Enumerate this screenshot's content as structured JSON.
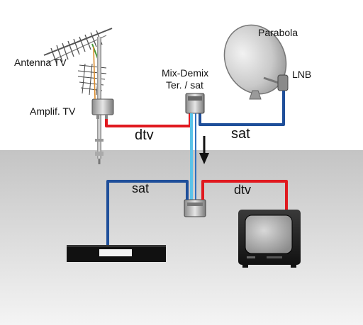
{
  "labels": {
    "antenna": "Antenna TV",
    "amplifier": "Amplif. TV",
    "mixdemix_line1": "Mix-Demix",
    "mixdemix_line2": "Ter. / sat",
    "parabola": "Parabola",
    "lnb": "LNB",
    "dtv_top": "dtv",
    "sat_top": "sat",
    "sat_bottom": "sat",
    "dtv_bottom": "dtv"
  },
  "colors": {
    "dtv_cable": "#e0191f",
    "sat_cable": "#1f4f9a",
    "combined_cable_light": "#5cc3e8",
    "combined_cable_dark": "#2f6fbf",
    "floor_top": "#c8c8c8",
    "floor_bottom": "#eeeeee"
  }
}
